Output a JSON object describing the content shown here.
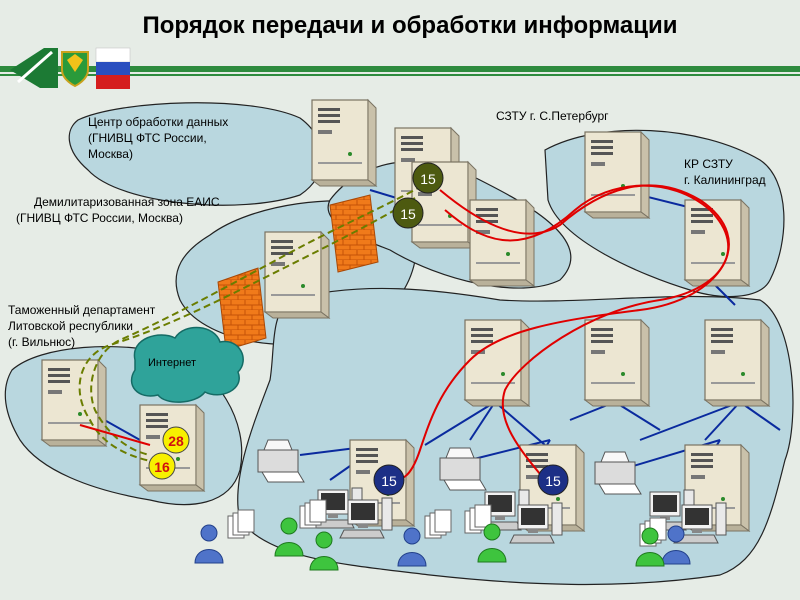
{
  "title": "Порядок передачи и обработки информации",
  "labels": {
    "data_center": [
      "Центр обработки данных",
      "(ГНИВЦ ФТС России,",
      "Москва)"
    ],
    "dmz": [
      "Демилитаризованная зона ЕАИС",
      "(ГНИВЦ ФТС России, Москва)"
    ],
    "lithuania": [
      "Таможенный департамент",
      "Литовской республики",
      "(г. Вильнюс)"
    ],
    "szt": "СЗТУ г. С.Петербург",
    "kr": [
      "КР СЗТУ",
      "г. Калининград"
    ],
    "internet": "Интернет"
  },
  "badges": {
    "b15": "15",
    "b28": "28",
    "b16": "16"
  },
  "colors": {
    "bubble": "#b9d7df",
    "accent_green": "#2e8b3e",
    "server": "#ece6d2",
    "badge_green": "#4d5a10",
    "badge_blue": "#1c2f86",
    "badge_yellow": "#f7f000",
    "route_red": "#e00000",
    "route_green": "#6a7d00",
    "link_blue": "#0a2a9e",
    "firewall": "#f07a1a"
  }
}
